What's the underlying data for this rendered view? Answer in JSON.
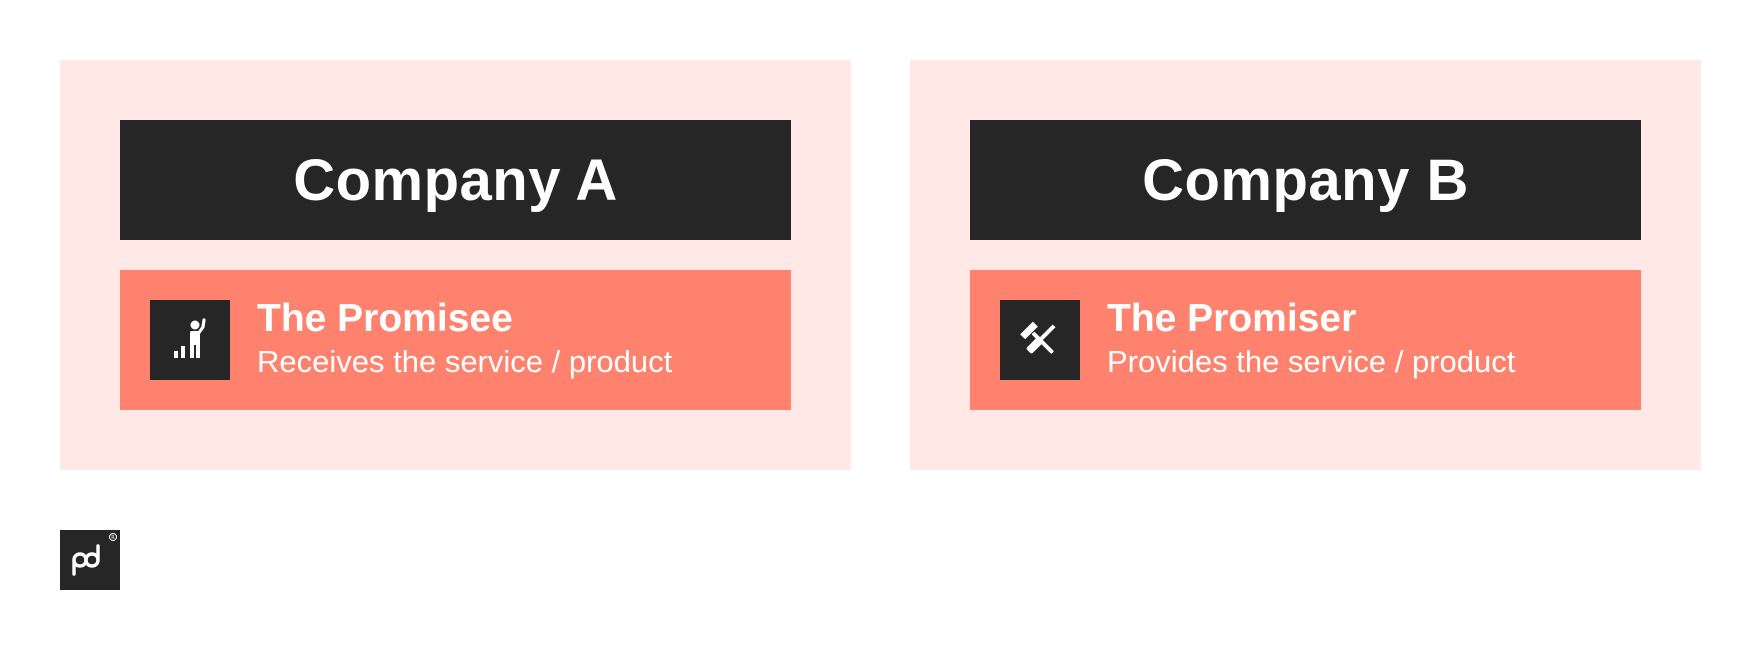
{
  "colors": {
    "panel_bg": "#ffe8e5",
    "header_bg": "#262626",
    "card_bg": "#ff826e",
    "text_light": "#ffffff"
  },
  "companies": [
    {
      "name": "Company A",
      "role_title": "The Promisee",
      "role_description": "Receives the service / product",
      "icon": "person-growth-icon"
    },
    {
      "name": "Company B",
      "role_title": "The Promiser",
      "role_description": "Provides the service / product",
      "icon": "tools-icon"
    }
  ],
  "logo": {
    "icon": "pd-logo-icon",
    "registered_mark": "®"
  }
}
